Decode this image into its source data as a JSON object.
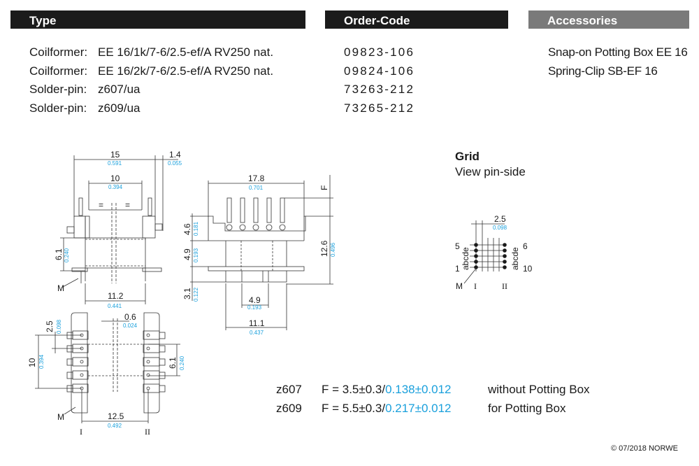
{
  "headers": {
    "type": "Type",
    "order_code": "Order-Code",
    "accessories": "Accessories"
  },
  "products": [
    {
      "label": "Coilformer:",
      "type": "EE 16/1k/7-6/2.5-ef/A RV250 nat.",
      "order_code": "09823-106"
    },
    {
      "label": "Coilformer:",
      "type": "EE 16/2k/7-6/2.5-ef/A RV250 nat.",
      "order_code": "09824-106"
    },
    {
      "label": "Solder-pin:",
      "type": "z607/ua",
      "order_code": "73263-212"
    },
    {
      "label": "Solder-pin:",
      "type": "z609/ua",
      "order_code": "73265-212"
    }
  ],
  "accessories": [
    "Snap-on Potting Box EE 16",
    "Spring-Clip SB-EF 16"
  ],
  "grid": {
    "title": "Grid",
    "subtitle": "View pin-side",
    "pitch_mm": "2.5",
    "pitch_in": "0.098",
    "row_letters": "abcde",
    "left_top": "5",
    "left_bottom": "1",
    "right_top": "6",
    "right_bottom": "10",
    "marker": "M",
    "col1": "I",
    "col2": "II"
  },
  "front_view": {
    "width_mm": "15",
    "width_in": "0.591",
    "pin_mm": "1.4",
    "pin_in": "0.055",
    "inner_mm": "10",
    "inner_in": "0.394",
    "equal_sign": "=",
    "height_mm": "6.1",
    "height_in": "0.240",
    "bottom_mm": "11.2",
    "bottom_in": "0.441",
    "marker": "M"
  },
  "side_view": {
    "width_mm": "17.8",
    "width_in": "0.701",
    "f_label": "F",
    "top_mm": "4.6",
    "top_in": "0.181",
    "mid_mm": "4.9",
    "mid_in": "0.193",
    "bot_mm": "3.1",
    "bot_in": "0.122",
    "total_mm": "12.6",
    "total_in": "0.496",
    "inner_mm": "4.9",
    "inner_in": "0.193",
    "base_mm": "11.1",
    "base_in": "0.437"
  },
  "bottom_view": {
    "pitch_mm": "2.5",
    "pitch_in": "0.098",
    "slot_mm": "0.6",
    "slot_in": "0.024",
    "span_mm": "10",
    "span_in": "0.394",
    "height_mm": "6.1",
    "height_in": "0.240",
    "rowdist_mm": "12.5",
    "rowdist_in": "0.492",
    "marker": "M",
    "col1": "I",
    "col2": "II"
  },
  "pin_options": [
    {
      "pin": "z607",
      "f_mm": "F = 3.5±0.3/",
      "f_in": "0.138±0.012",
      "note": "without Potting Box"
    },
    {
      "pin": "z609",
      "f_mm": "F = 5.5±0.3/",
      "f_in": "0.217±0.012",
      "note": "for Potting Box"
    }
  ],
  "copyright": "© 07/2018 NORWE",
  "colors": {
    "header_dark": "#1b1b1b",
    "header_grey": "#7a7a7a",
    "inch_blue": "#1aa0dc"
  }
}
